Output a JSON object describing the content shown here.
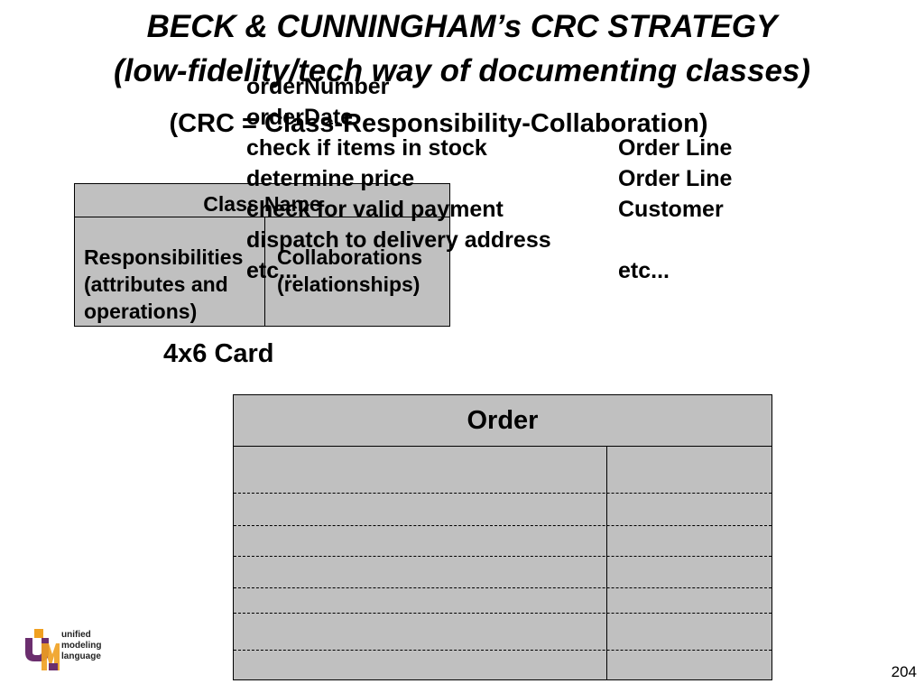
{
  "title_line1": "BECK & CUNNINGHAM’s CRC STRATEGY",
  "title_line2": "(low-fidelity/tech way of documenting classes)",
  "subtitle": "(CRC = Class-Responsibility-Collaboration)",
  "template_card": {
    "header": "Class Name",
    "responsibilities": [
      "Responsibilities",
      "(attributes and",
      "operations)"
    ],
    "collaborations": [
      "Collaborations",
      "(relationships)"
    ],
    "caption": "4x6 Card"
  },
  "order_card": {
    "header": "Order",
    "rows": [
      {
        "responsibility": "orderNumber",
        "collaborator": ""
      },
      {
        "responsibility": "orderDate",
        "collaborator": ""
      },
      {
        "responsibility": "check if items in stock",
        "collaborator": "Order Line"
      },
      {
        "responsibility": "determine price",
        "collaborator": "Order Line"
      },
      {
        "responsibility": "check for valid payment",
        "collaborator": "Customer"
      },
      {
        "responsibility": "dispatch to delivery address",
        "collaborator": ""
      },
      {
        "responsibility": "etc...",
        "collaborator": "etc..."
      }
    ]
  },
  "logo": {
    "icon": "uml-logo-icon",
    "lines": [
      "unified",
      "modeling",
      "language"
    ],
    "colors": {
      "purple": "#6b2e6e",
      "orange": "#f0a020"
    }
  },
  "page_number": "204",
  "colors": {
    "card_fill": "#c0c0c0",
    "border": "#000000"
  }
}
